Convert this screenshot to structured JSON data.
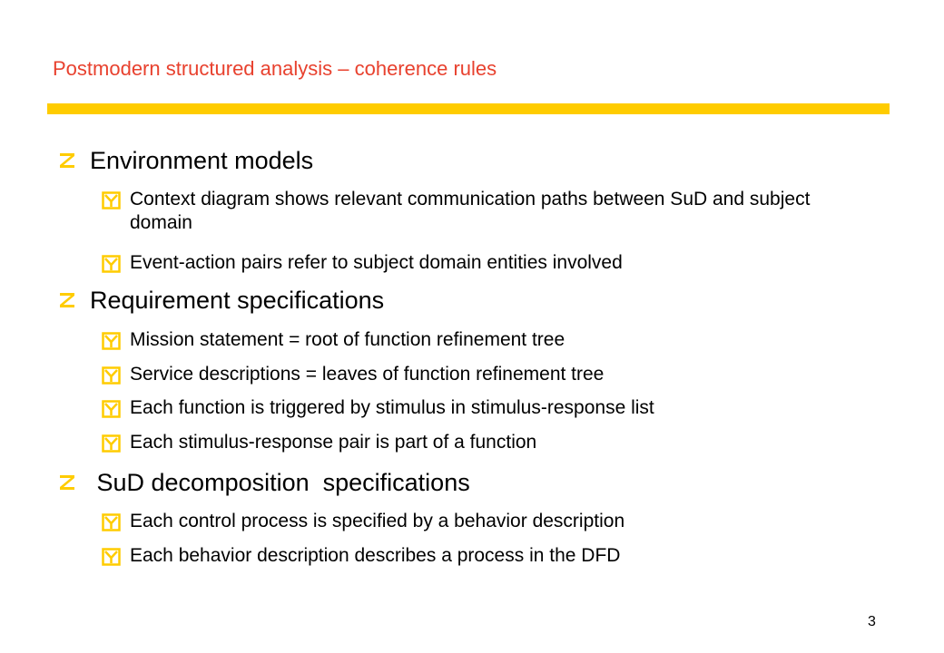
{
  "slide": {
    "title": "Postmodern structured analysis – coherence rules",
    "page_number": "3",
    "colors": {
      "title": "#e8412e",
      "rule": "#ffcc00",
      "bullet_primary": "#ffcc00",
      "bullet_secondary": "#ffcc00"
    },
    "bullet_icons": {
      "level1": "yellow-z-bullet-icon",
      "level2": "yellow-y-bullet-icon"
    }
  },
  "sections": [
    {
      "heading": "Environment models",
      "items": [
        "Context diagram shows relevant communication paths between SuD and subject domain",
        "Event-action pairs refer to subject domain entities involved"
      ]
    },
    {
      "heading": "Requirement specifications",
      "items": [
        "Mission statement = root of function refinement tree",
        "Service descriptions = leaves of function refinement tree",
        "Each function is triggered by stimulus in stimulus-response list",
        "Each stimulus-response pair is part of a function"
      ]
    },
    {
      "heading": " SuD decomposition  specifications",
      "items": [
        "Each control process is specified by a behavior description",
        "Each behavior description describes a process in the DFD"
      ]
    }
  ]
}
